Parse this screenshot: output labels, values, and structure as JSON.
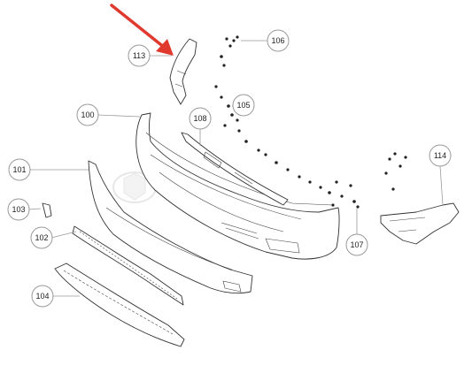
{
  "diagram": {
    "callouts": [
      {
        "id": "c100",
        "label": "100"
      },
      {
        "id": "c101",
        "label": "101"
      },
      {
        "id": "c102",
        "label": "102"
      },
      {
        "id": "c103",
        "label": "103"
      },
      {
        "id": "c104",
        "label": "104"
      },
      {
        "id": "c105",
        "label": "105"
      },
      {
        "id": "c106",
        "label": "106"
      },
      {
        "id": "c107",
        "label": "107"
      },
      {
        "id": "c108",
        "label": "108"
      },
      {
        "id": "c113",
        "label": "113"
      },
      {
        "id": "c114",
        "label": "114"
      }
    ],
    "colors": {
      "arrow": "#e03a2f",
      "line": "#333333",
      "callout_stroke": "#9a9a9a"
    }
  }
}
